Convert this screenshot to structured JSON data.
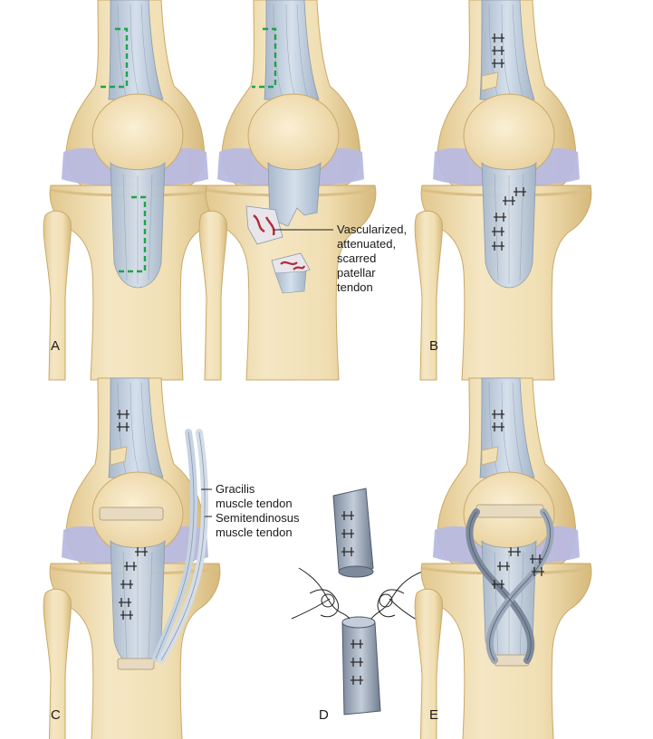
{
  "colors": {
    "bone": "#f1dfb4",
    "bone_shadow": "#d9bf86",
    "bone_outline": "#c9a968",
    "tendon": "#c6d3e2",
    "tendon_dark": "#9fb1c6",
    "tendon_line": "#8899ad",
    "meniscus": "#b8b9e0",
    "cut_line": "#1fa34a",
    "scar": "#b32a3a",
    "suture": "#2a2a2a",
    "graft": "#a9b6c8",
    "graft_dark": "#6f7d90",
    "pin": "#e7dac0"
  },
  "panels": [
    {
      "id": "A",
      "label": "A"
    },
    {
      "id": "B",
      "label": "B"
    },
    {
      "id": "C",
      "label": "C"
    },
    {
      "id": "D",
      "label": "D"
    },
    {
      "id": "E",
      "label": "E"
    }
  ],
  "callouts": {
    "scarred_tendon": [
      "Vascularized,",
      "attenuated,",
      "scarred",
      "patellar",
      "tendon"
    ],
    "gracilis": [
      "Gracilis",
      "muscle tendon"
    ],
    "semitendinosus": [
      "Semitendinosus",
      "muscle tendon"
    ]
  },
  "icons": [
    "scalpel-cut-line",
    "suture-stitch",
    "fixation-pin"
  ]
}
